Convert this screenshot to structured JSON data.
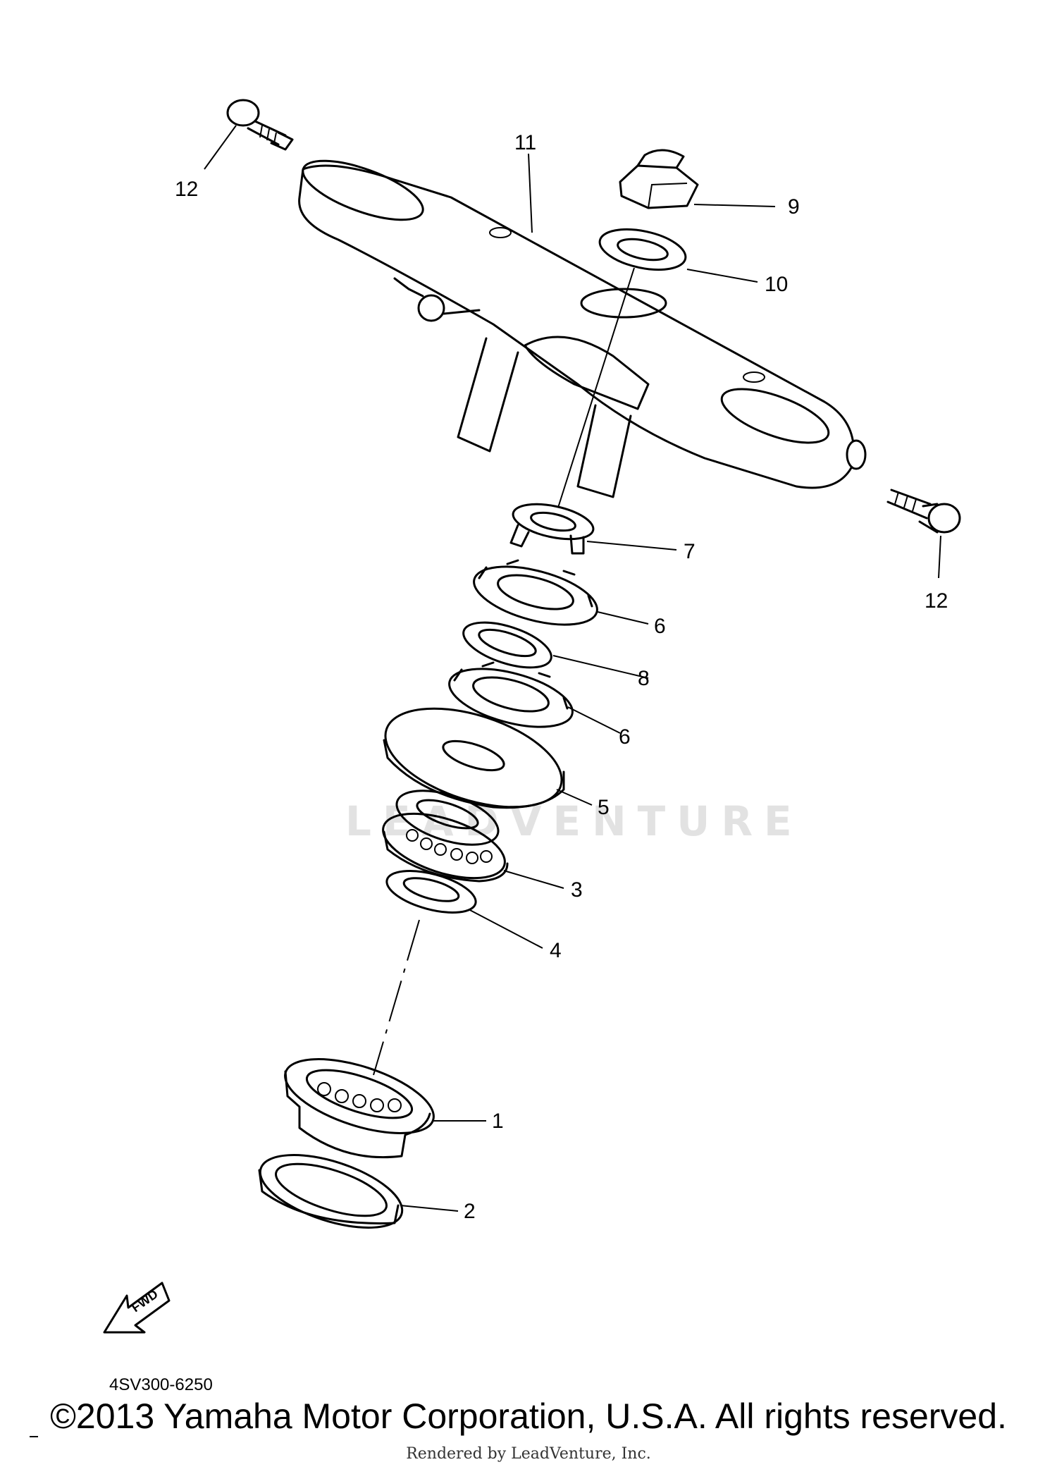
{
  "diagram": {
    "watermark": "LEADVENTURE",
    "fig_code": "4SV300-6250",
    "fwd_label": "FWD",
    "callouts": [
      "1",
      "2",
      "3",
      "4",
      "5",
      "6",
      "6",
      "7",
      "8",
      "9",
      "10",
      "11",
      "12",
      "12"
    ]
  },
  "footer": {
    "copyright": "©2013 Yamaha Motor Corporation, U.S.A. All rights reserved.",
    "rendered_by": "Rendered by LeadVenture, Inc."
  }
}
